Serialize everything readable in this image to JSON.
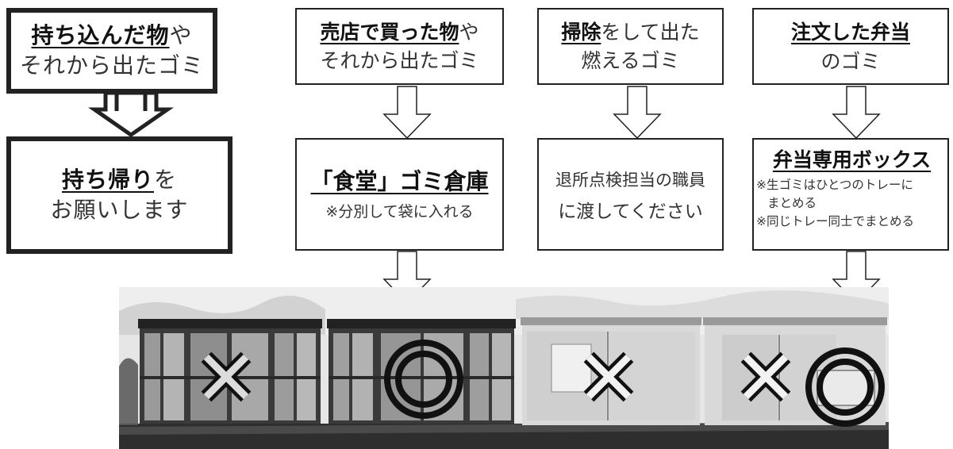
{
  "flows": [
    {
      "source": {
        "lines": [
          [
            "持ち込んだ物",
            "や"
          ],
          [
            "それから出たゴミ"
          ]
        ]
      },
      "destination": {
        "lines": [
          [
            "持ち帰り",
            "を"
          ],
          [
            "お願いします"
          ]
        ]
      }
    },
    {
      "source": {
        "lines": [
          [
            "売店で買った物",
            "や"
          ],
          [
            "それから出たゴミ"
          ]
        ]
      },
      "destination": {
        "title": "「食堂」ゴミ倉庫",
        "note": "※分別して袋に入れる"
      }
    },
    {
      "source": {
        "lines": [
          [
            "掃除",
            "をして出た"
          ],
          [
            "燃えるゴミ"
          ]
        ]
      },
      "destination": {
        "lines": [
          "退所点検担当の職員",
          "に渡してください"
        ]
      }
    },
    {
      "source": {
        "lines": [
          [
            "注文した弁当"
          ],
          [
            "のゴミ"
          ]
        ]
      },
      "destination": {
        "title": "弁当専用ボックス",
        "notes": [
          "※生ゴミはひとつのトレーに",
          "まとめる",
          "※同じトレー同士でまとめる"
        ]
      }
    }
  ],
  "photo": {
    "marks": [
      "cross",
      "double-circle",
      "cross",
      "cross",
      "double-circle"
    ],
    "colors": {
      "sky": "#e4e4e4",
      "shed_dark": "#3a3a3a",
      "shed_light": "#d8d8d8",
      "ground": "#2e2e2e"
    }
  }
}
